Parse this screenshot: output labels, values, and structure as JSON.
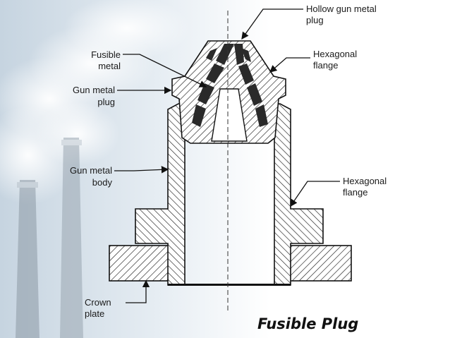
{
  "title": "Fusible Plug",
  "labels": {
    "hollow_plug": [
      "Hollow gun metal",
      "plug"
    ],
    "fusible_metal": [
      "Fusible",
      "metal"
    ],
    "gun_metal_plug": [
      "Gun metal",
      "plug"
    ],
    "hex_flange_top": [
      "Hexagonal",
      "flange"
    ],
    "gun_metal_body": [
      "Gun metal",
      "body"
    ],
    "hex_flange_right": [
      "Hexagonal",
      "flange"
    ],
    "crown_plate": [
      "Crown",
      "plate"
    ]
  },
  "colors": {
    "background_sky": "#c6d4e0",
    "hatch": "#1f1f1f",
    "fusible_metal": "#2a2a2a"
  }
}
